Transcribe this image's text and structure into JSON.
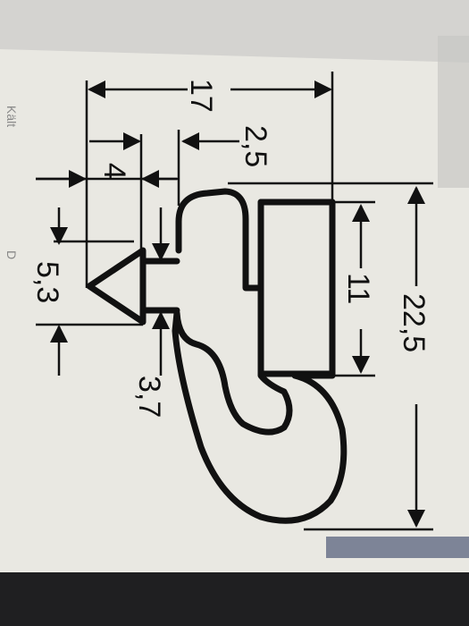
{
  "photo": {
    "colors": {
      "paper": "#e9e8e2",
      "screen_top": "#d4d3d0",
      "ink": "#111111",
      "bezel": "#1f1f21",
      "ui_strip": "#7d8497",
      "edge_overlay": "#c8c7c4"
    },
    "edge_text_fragments": [
      "Kält",
      "D"
    ]
  },
  "diagram": {
    "orientation": "rotated 90 degrees clockwise",
    "dimensions": {
      "overall_height": "22,5",
      "clip_height": "11",
      "total_width": "17",
      "top_offset": "2,5",
      "stem_width": "4",
      "arrow_width": "5,3",
      "stem_height": "3,7"
    }
  }
}
